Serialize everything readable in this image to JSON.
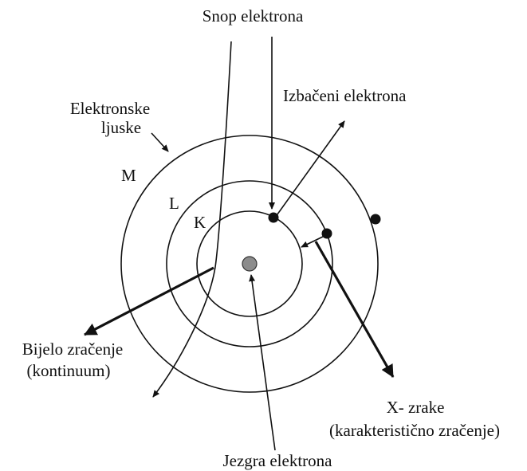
{
  "labels": {
    "beam": "Snop elektrona",
    "ejected": "Izbačeni elektrona",
    "shells_line1": "Elektronske",
    "shells_line2": "ljuske",
    "shell_m": "M",
    "shell_l": "L",
    "shell_k": "K",
    "white_line1": "Bijelo zračenje",
    "white_line2": "(kontinuum)",
    "xray_line1": "X- zrake",
    "xray_line2": "(karakteristično zračenje)",
    "nucleus": "Jezgra elektrona"
  },
  "colors": {
    "line": "#111111",
    "nucleus_fill": "#8c8c8c",
    "background": "#ffffff"
  }
}
